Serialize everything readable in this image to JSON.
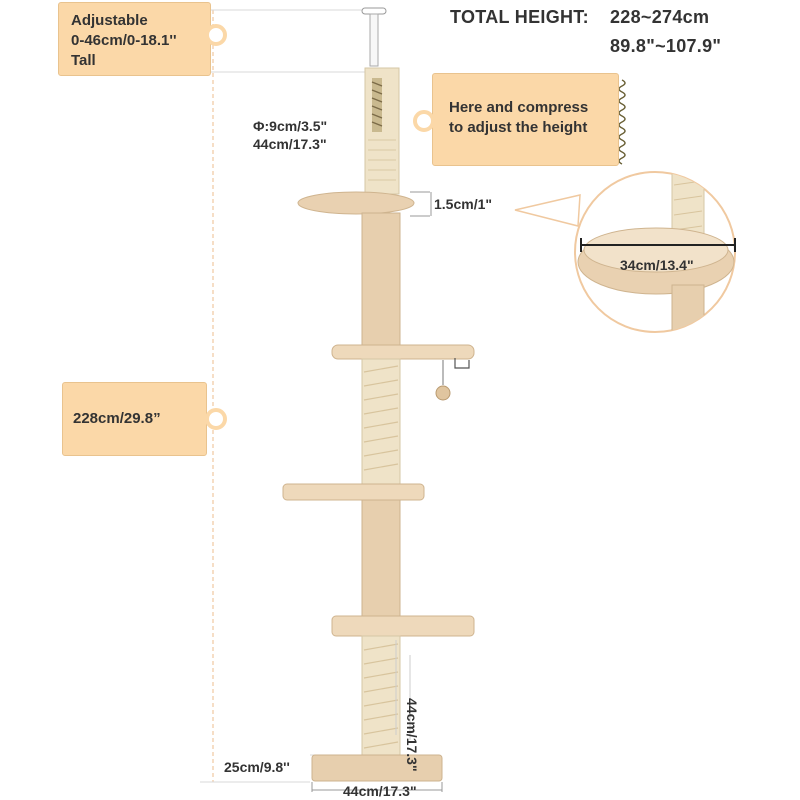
{
  "callouts": {
    "adjustable": [
      "Adjustable",
      "0-46cm/0-18.1''",
      "Tall"
    ],
    "compress": [
      "Here and compress",
      "to adjust the height"
    ],
    "height": "228cm/29.8”"
  },
  "total_height": {
    "label": "TOTAL HEIGHT:",
    "metric": "228~274cm",
    "imperial": "89.8\"~107.9\""
  },
  "dimensions": {
    "post_diameter": "Φ:9cm/3.5\"",
    "post_length": "44cm/17.3\"",
    "platform_thickness": "1.5cm/1\"",
    "bed_width": "34cm/13.4\"",
    "bottom_post_height": "44cm/17.3\"",
    "base_height": "25cm/9.8''",
    "base_width": "44cm/17.3\""
  },
  "colors": {
    "callout_fill": "#fbd8a8",
    "plush": "#e9d1b1",
    "sisal": "#efe3c8",
    "guide_line": "#f0c9a0"
  },
  "icons": [
    "spring-icon",
    "toy-ball-icon"
  ]
}
